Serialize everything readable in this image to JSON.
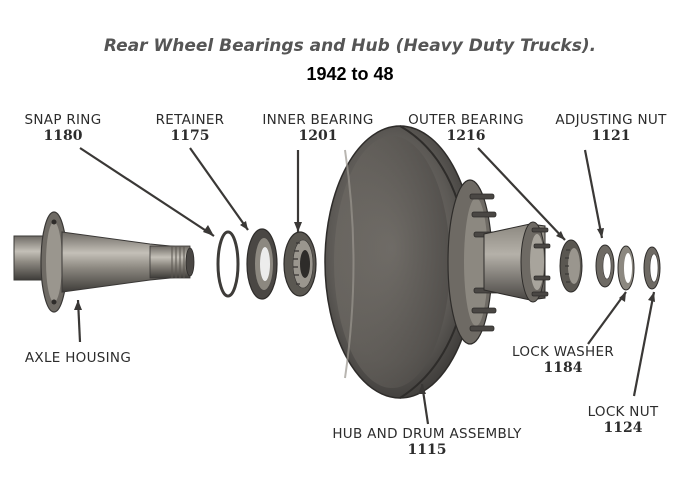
{
  "title": "Rear Wheel Bearings and Hub (Heavy Duty Trucks).",
  "subtitle": "1942 to 48",
  "parts": {
    "snap_ring": {
      "name": "SNAP RING",
      "number": "1180"
    },
    "retainer": {
      "name": "RETAINER",
      "number": "1175"
    },
    "inner_bearing": {
      "name": "INNER BEARING",
      "number": "1201"
    },
    "outer_bearing": {
      "name": "OUTER BEARING",
      "number": "1216"
    },
    "adjusting_nut": {
      "name": "ADJUSTING NUT",
      "number": "1121"
    },
    "axle_housing": {
      "name": "AXLE HOUSING"
    },
    "lock_washer": {
      "name": "LOCK WASHER",
      "number": "1184"
    },
    "lock_nut": {
      "name": "LOCK NUT",
      "number": "1124"
    },
    "hub_drum": {
      "name": "HUB AND DRUM ASSEMBLY",
      "number": "1115"
    }
  },
  "colors": {
    "ink": "#2c2c2c",
    "metal_dark": "#4a4845",
    "metal_mid": "#7d7a74",
    "metal_light": "#b9b5ad"
  }
}
